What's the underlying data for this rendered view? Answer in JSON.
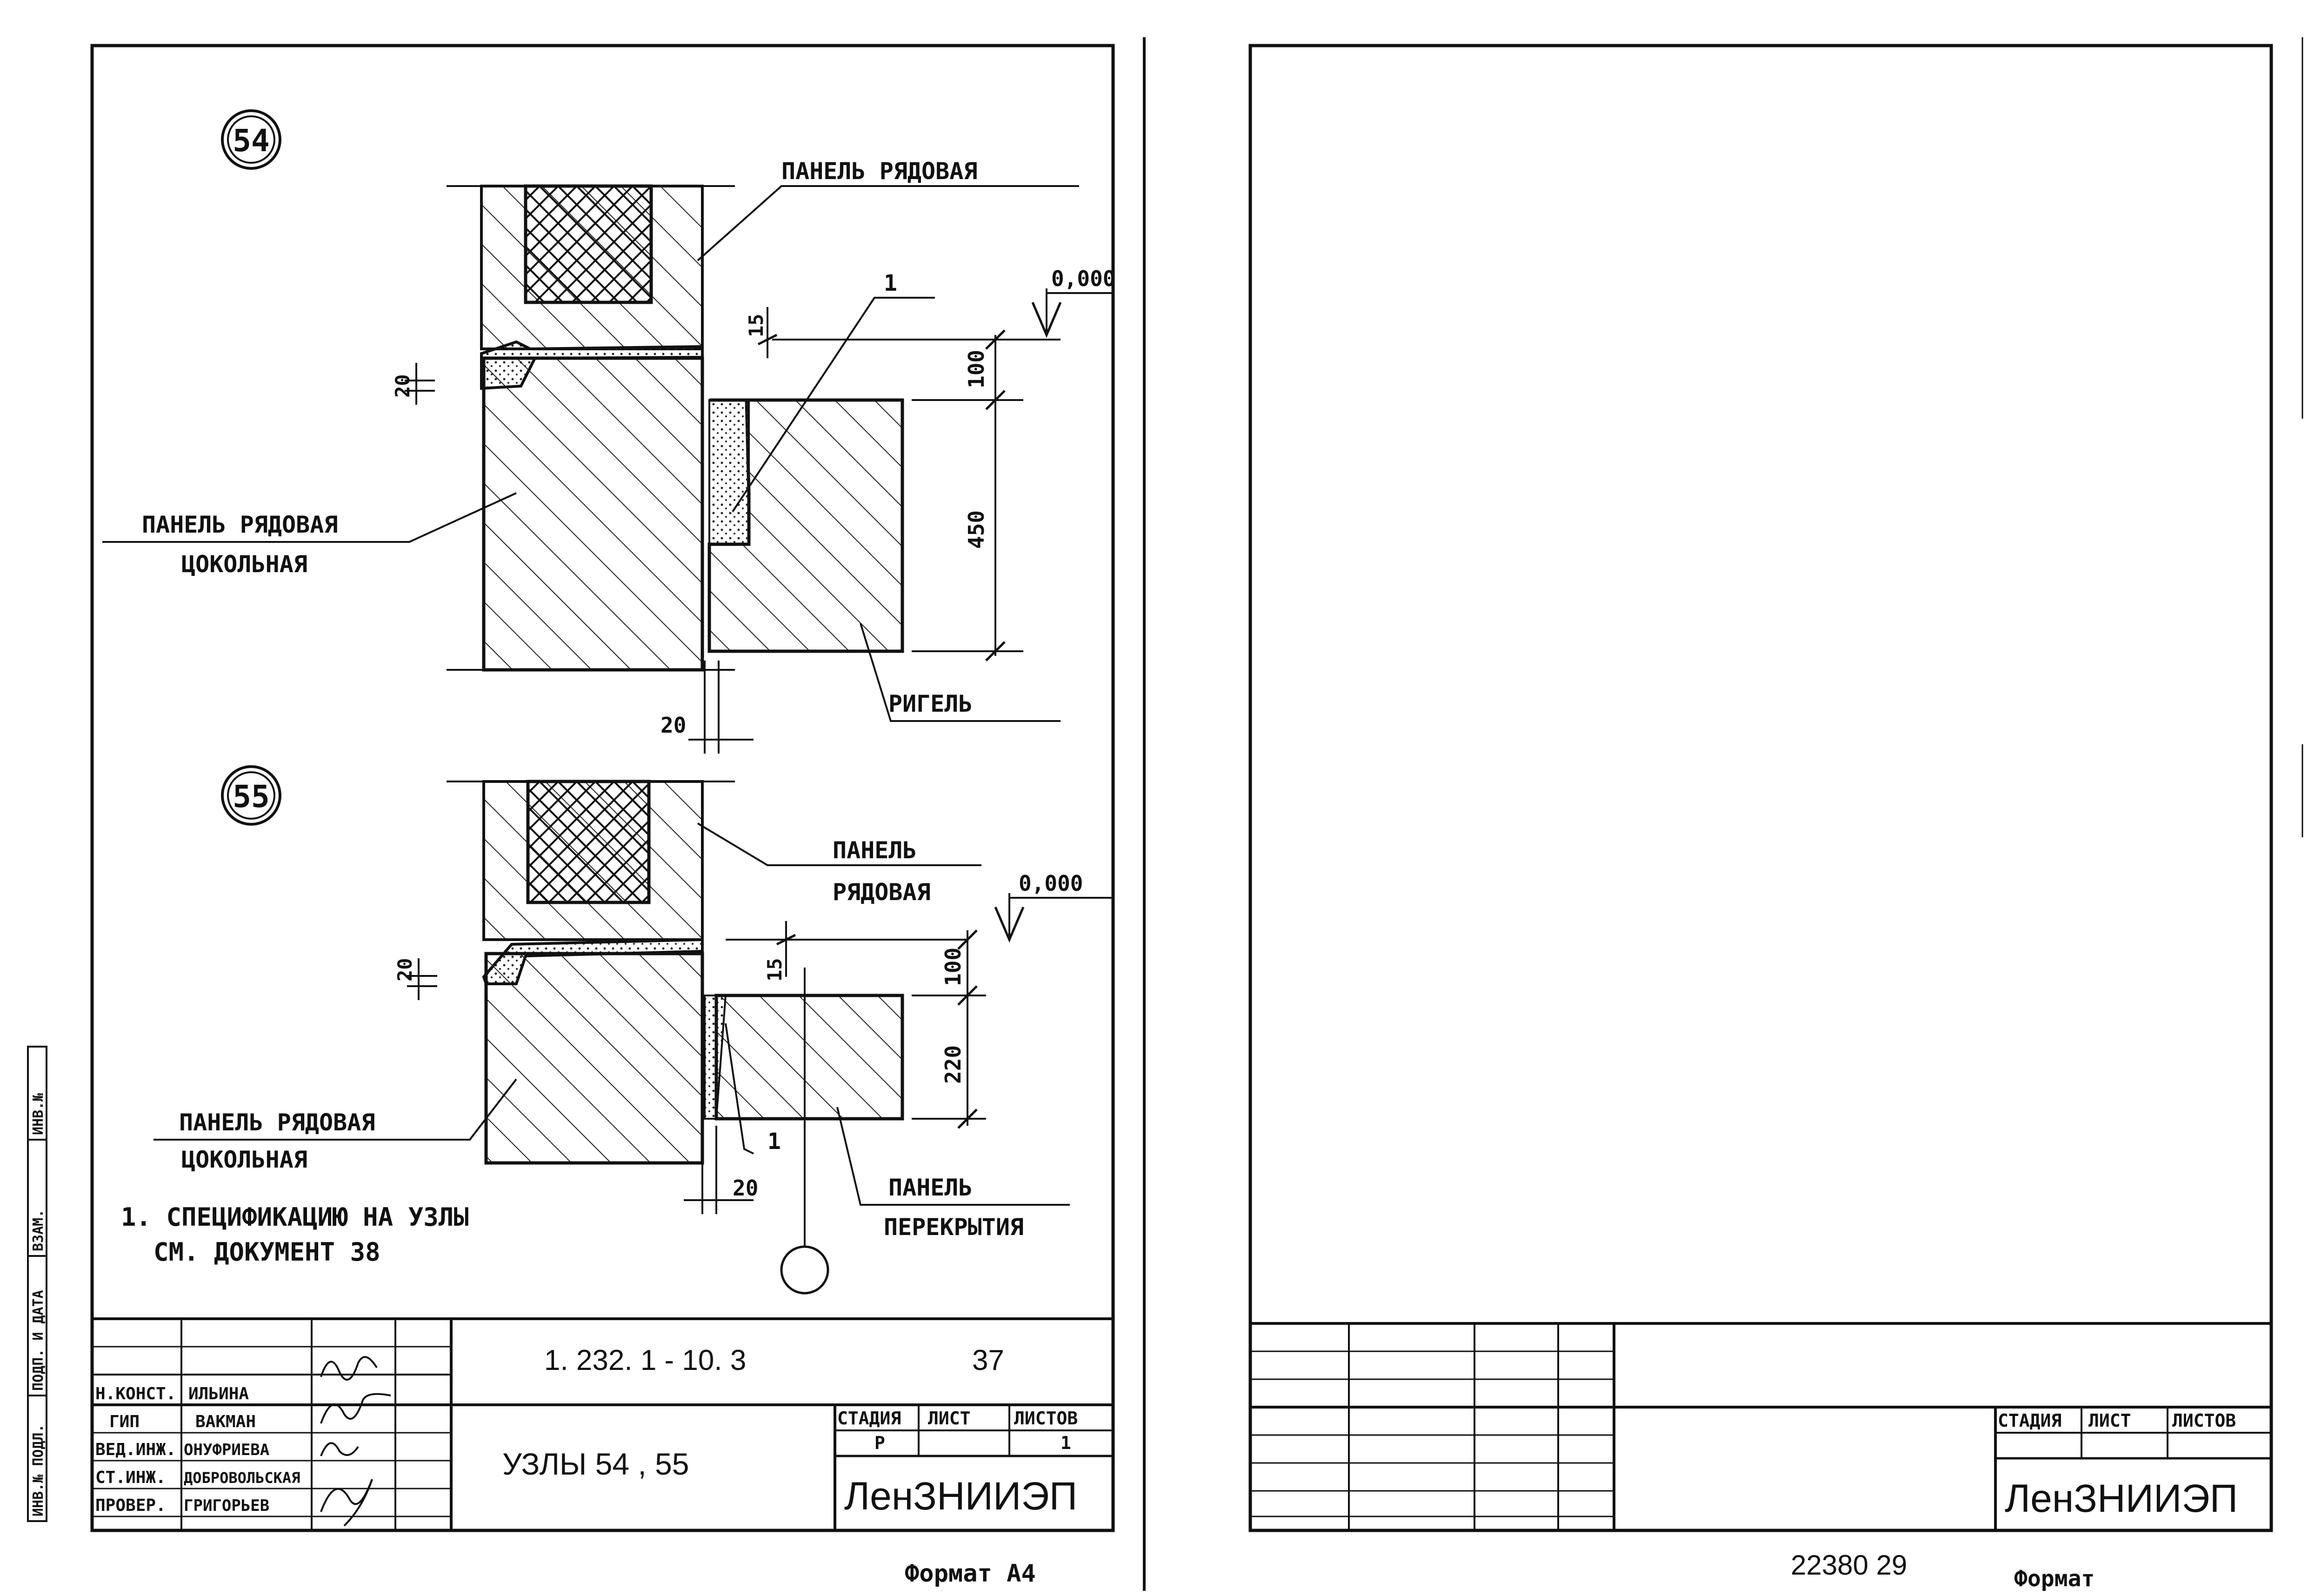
{
  "left_sheet": {
    "side_stamp": {
      "zone1": "ИНВ.№",
      "zone2": "ВЗАМ.",
      "zone3": "ПОДП. И ДАТА",
      "zone4": "ИНВ.№ ПОДЛ."
    },
    "detail_54": {
      "number": "54",
      "callout_top_panel": "ПАНЕЛЬ РЯДОВАЯ",
      "callout_lower_panel_line1": "ПАНЕЛЬ РЯДОВАЯ",
      "callout_lower_panel_line2": "ЦОКОЛЬНАЯ",
      "callout_beam": "РИГЕЛЬ",
      "callout_item": "1",
      "level_mark": "0,000",
      "dim_15": "15",
      "dim_20_joint": "20",
      "dim_100": "100",
      "dim_450": "450",
      "dim_20_gap": "20"
    },
    "detail_55": {
      "number": "55",
      "callout_top_panel_line1": "ПАНЕЛЬ",
      "callout_top_panel_line2": "РЯДОВАЯ",
      "callout_lower_panel_line1": "ПАНЕЛЬ РЯДОВАЯ",
      "callout_lower_panel_line2": "ЦОКОЛЬНАЯ",
      "callout_slab_line1": "ПАНЕЛЬ",
      "callout_slab_line2": "ПЕРЕКРЫТИЯ",
      "callout_item": "1",
      "level_mark": "0,000",
      "dim_15": "15",
      "dim_20_joint": "20",
      "dim_100": "100",
      "dim_220": "220",
      "dim_20_gap": "20"
    },
    "note_line1": "1. СПЕЦИФИКАЦИЮ НА УЗЛЫ",
    "note_line2": "СМ. ДОКУМЕНТ 38",
    "title_block": {
      "roles": [
        "Н.КОНСТ.",
        "ГИП",
        "ВЕД.ИНЖ.",
        "СТ.ИНЖ.",
        "ПРОВЕР."
      ],
      "names": [
        "ИЛЬИНА",
        "ВАКМАН",
        "ОНУФРИЕВА",
        "ДОБРОВОЛЬСКАЯ",
        "ГРИГОРЬЕВ"
      ],
      "doc_code": "1. 232. 1   -  10. 3",
      "sheet_no": "37",
      "sheet_title": "УЗЛЫ  54 , 55",
      "stage_label": "СТАДИЯ",
      "sheet_label": "ЛИСТ",
      "sheets_label": "ЛИСТОВ",
      "stage_value": "Р",
      "sheets_value": "1",
      "organization": "ЛенЗНИИЭП"
    },
    "format": "Формат А4"
  },
  "right_sheet": {
    "title_block": {
      "stage_label": "СТАДИЯ",
      "sheet_label": "ЛИСТ",
      "sheets_label": "ЛИСТОВ",
      "organization": "ЛенЗНИИЭП"
    },
    "archive_no": "22380  29",
    "format": "Формат"
  },
  "colors": {
    "ink": "#111111",
    "paper": "#ffffff"
  }
}
